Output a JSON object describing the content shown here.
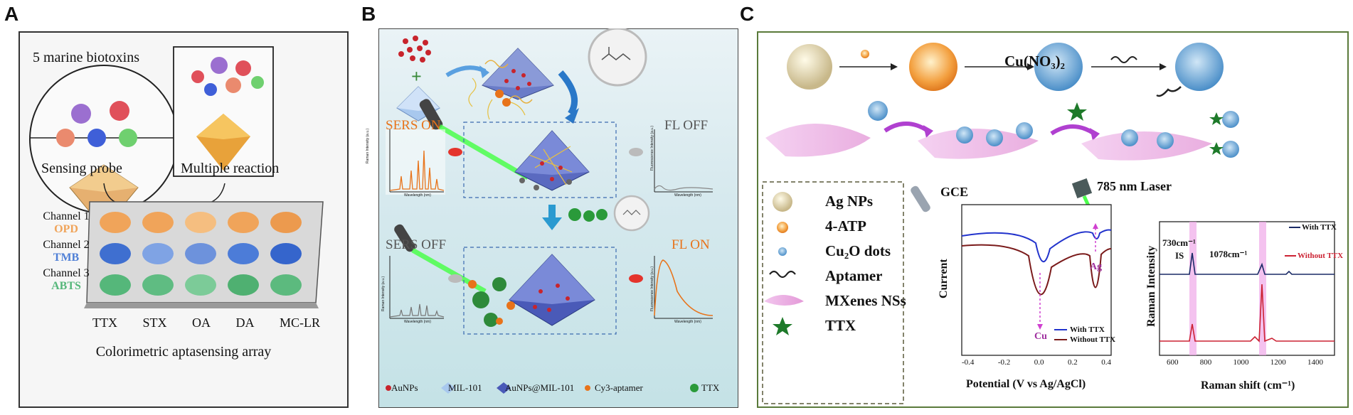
{
  "panels": {
    "a": {
      "letter": "A",
      "toxins_title": "5 marine biotoxins",
      "probe_label": "Sensing probe",
      "reaction_label": "Multiple reaction",
      "channels": [
        {
          "name": "Channel 1",
          "substrate": "OPD",
          "color": "#f0a45a"
        },
        {
          "name": "Channel 2",
          "substrate": "TMB",
          "color": "#4f7fd6"
        },
        {
          "name": "Channel 3",
          "substrate": "ABTS",
          "color": "#55b77a"
        }
      ],
      "toxins": [
        "TTX",
        "STX",
        "OA",
        "DA",
        "MC-LR"
      ],
      "array_caption": "Colorimetric aptasensing array"
    },
    "b": {
      "letter": "B",
      "sers_on": "SERS ON",
      "fl_off": "FL OFF",
      "sers_off": "SERS OFF",
      "fl_on": "FL ON",
      "raman_ylabel": "Raman Intensity (a.u.)",
      "fluor_ylabel": "Fluorescence Intensity (a.u.)",
      "wavelength_label": "Wavelength (nm)",
      "legend": [
        "AuNPs",
        "MIL-101",
        "AuNPs@MIL-101",
        "Cy3-aptamer",
        "TTX"
      ]
    },
    "c": {
      "letter": "C",
      "reagent": "Cu(NO₃)₂",
      "legend": [
        "Ag NPs",
        "4-ATP",
        "Cu₂O dots",
        "Aptamer",
        "MXenes NSs",
        "TTX"
      ],
      "gce_label": "GCE",
      "laser_label": "785 nm Laser",
      "cv": {
        "ylabel": "Current",
        "xlabel": "Potential (V vs Ag/AgCl)",
        "xticks": [
          "-0.4",
          "-0.2",
          "0.0",
          "0.2",
          "0.4"
        ],
        "peak_cu": "Cu",
        "peak_ag": "Ag",
        "legend_with": "With TTX",
        "legend_without": "Without TTX",
        "color_with": "#2233cc",
        "color_without": "#7a1a1a"
      },
      "raman": {
        "ylabel": "Raman Intensity",
        "xlabel": "Raman shift (cm⁻¹)",
        "xticks": [
          "600",
          "800",
          "1000",
          "1200",
          "1400"
        ],
        "peak1": "730cm⁻¹",
        "peak2": "1078cm⁻¹",
        "is_label": "IS",
        "legend_with": "With TTX",
        "legend_without": "Without TTX",
        "color_with": "#1a2a66",
        "color_without": "#cc2233"
      }
    }
  }
}
